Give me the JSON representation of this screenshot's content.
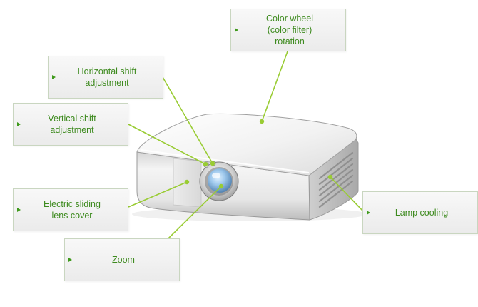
{
  "callouts": {
    "color_wheel": "Color wheel\n(color filter)\nrotation",
    "horizontal_shift": "Horizontal shift\nadjustment",
    "vertical_shift": "Vertical shift\nadjustment",
    "lens_cover": "Electric sliding\nlens cover",
    "zoom": "Zoom",
    "lamp_cooling": "Lamp cooling"
  },
  "colors": {
    "label_text": "#3d8a1e",
    "arrow": "#3f9a1c",
    "leader_line": "#99cc33",
    "box_border": "#c9d6c0"
  },
  "icons": [
    "projector-illustration",
    "bullet-arrow-icon"
  ]
}
